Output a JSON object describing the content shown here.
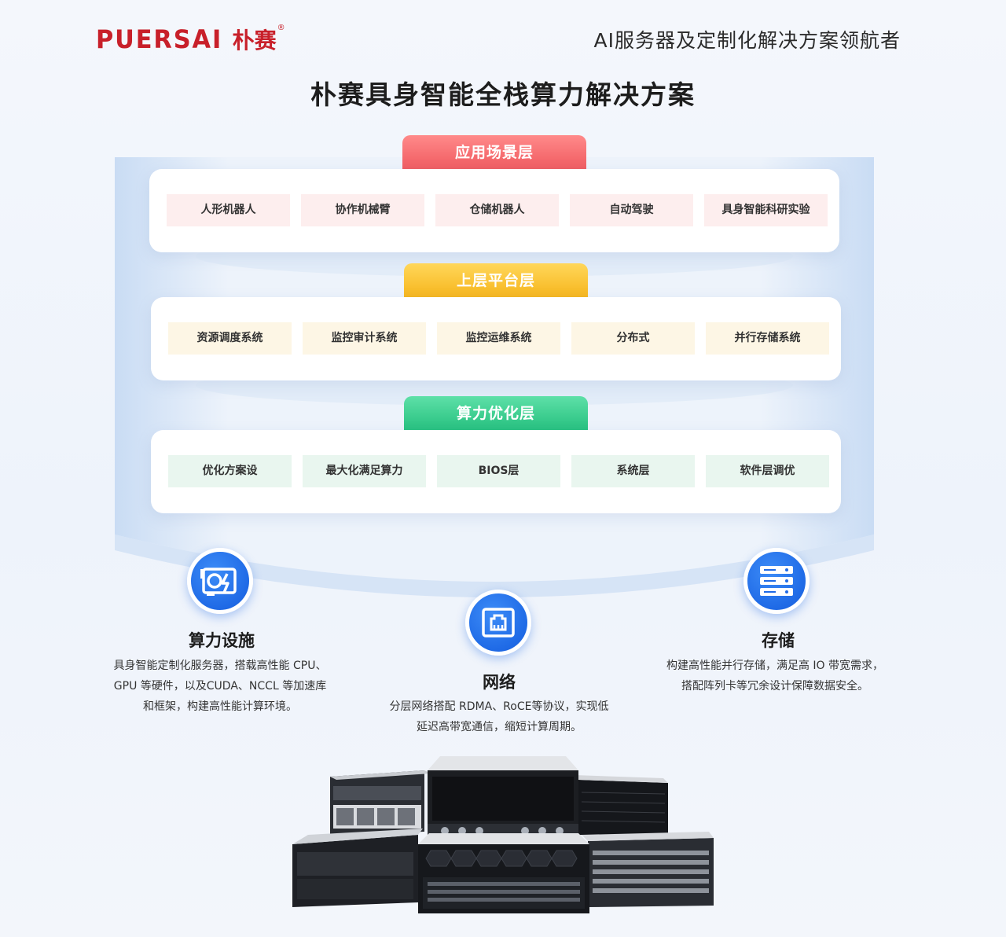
{
  "header": {
    "logo_latin": "PUERSAI",
    "logo_cn": "朴赛",
    "logo_reg": "®",
    "slogan": "AI服务器及定制化解决方案领航者"
  },
  "title": "朴赛具身智能全栈算力解决方案",
  "layers": [
    {
      "name": "应用场景层",
      "color": "#f05a5f",
      "items": [
        "人形机器人",
        "协作机械臂",
        "仓储机器人",
        "自动驾驶",
        "具身智能科研实验"
      ]
    },
    {
      "name": "上层平台层",
      "color": "#f6b51c",
      "items": [
        "资源调度系统",
        "监控审计系统",
        "监控运维系统",
        "分布式",
        "并行存储系统"
      ]
    },
    {
      "name": "算力优化层",
      "color": "#25c07e",
      "items": [
        "优化方案设",
        "最大化满足算力",
        "BIOS层",
        "系统层",
        "软件层调优"
      ]
    }
  ],
  "pillars": [
    {
      "icon": "gpu-card-icon",
      "title": "算力设施",
      "lines": [
        "具身智能定制化服务器，搭载高性能 CPU、",
        "GPU 等硬件，以及CUDA、NCCL 等加速库",
        "和框架，构建高性能计算环境。"
      ]
    },
    {
      "icon": "network-port-icon",
      "title": "网络",
      "lines": [
        "分层网络搭配 RDMA、RoCE等协议，实现低",
        "延迟高带宽通信，缩短计算周期。"
      ]
    },
    {
      "icon": "storage-server-icon",
      "title": "存储",
      "lines": [
        "构建高性能并行存储，满足高 IO 带宽需求，",
        "搭配阵列卡等冗余设计保障数据安全。"
      ]
    }
  ]
}
